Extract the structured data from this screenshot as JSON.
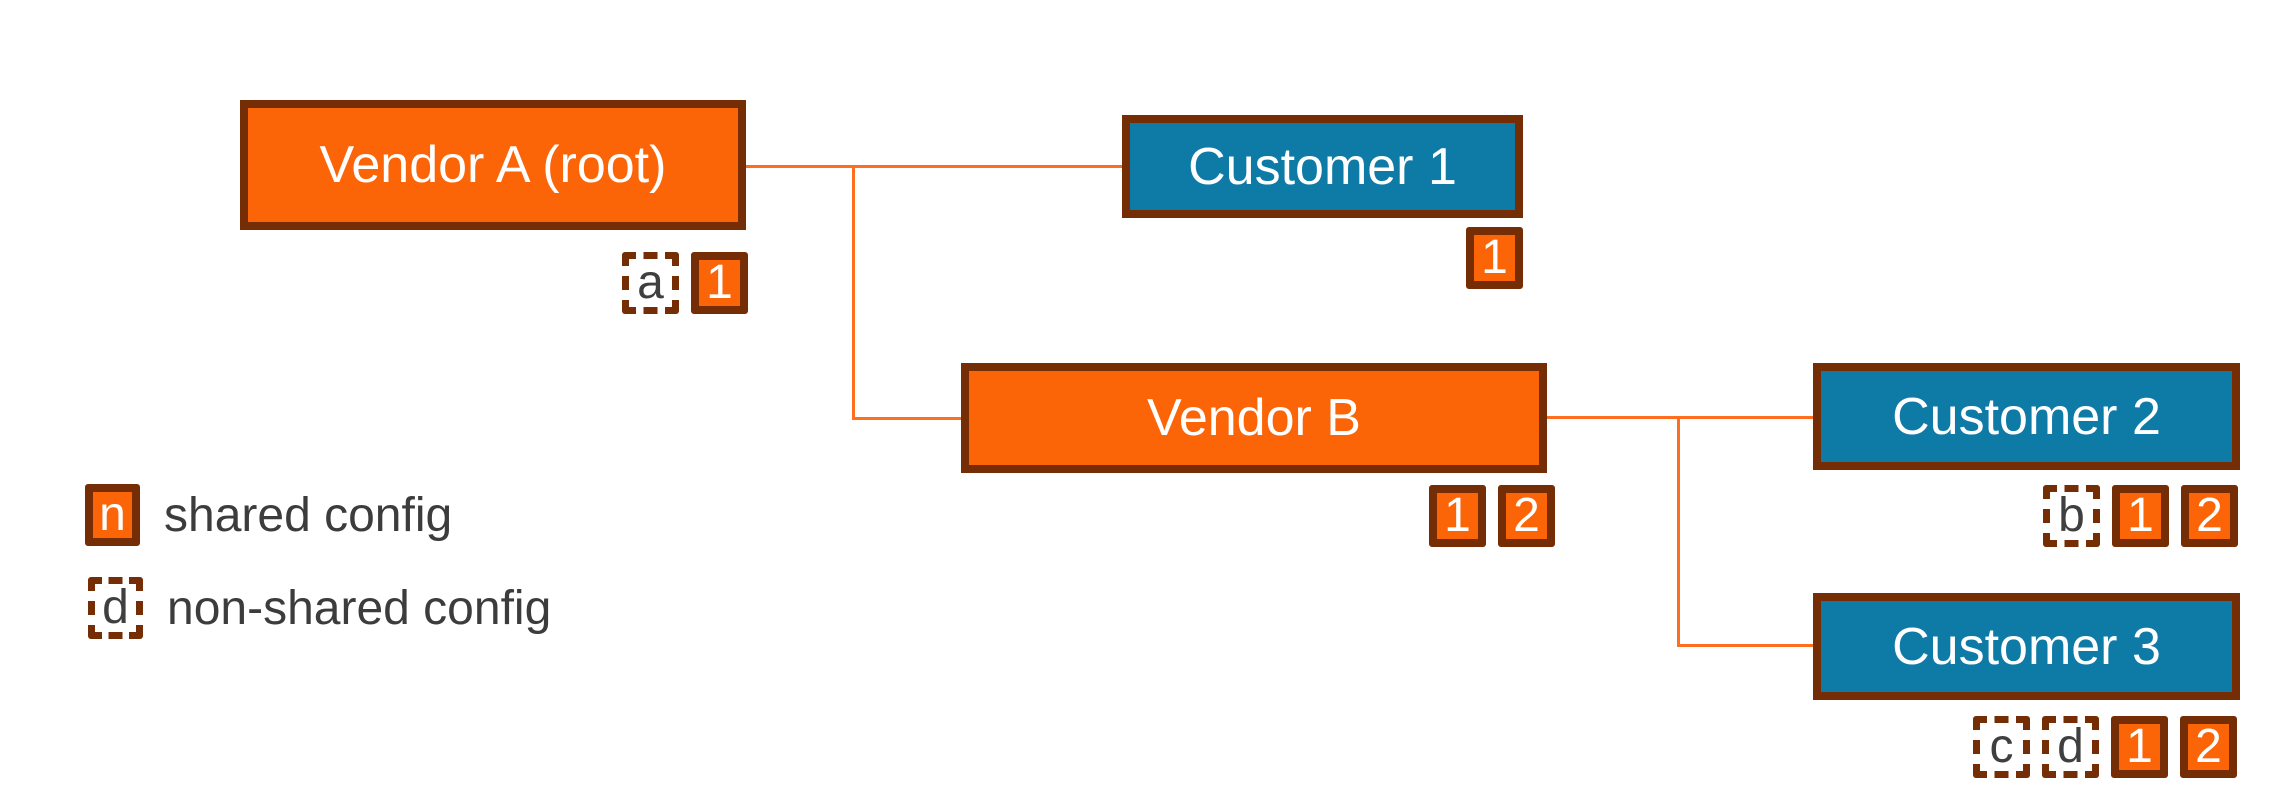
{
  "diagram": {
    "nodes": [
      {
        "id": "vendor-a",
        "label": "Vendor A (root)",
        "role": "vendor",
        "badges": [
          {
            "text": "a",
            "type": "non-shared"
          },
          {
            "text": "1",
            "type": "shared"
          }
        ]
      },
      {
        "id": "customer-1",
        "label": "Customer 1",
        "role": "customer",
        "badges": [
          {
            "text": "1",
            "type": "shared"
          }
        ]
      },
      {
        "id": "vendor-b",
        "label": "Vendor B",
        "role": "vendor",
        "badges": [
          {
            "text": "1",
            "type": "shared"
          },
          {
            "text": "2",
            "type": "shared"
          }
        ]
      },
      {
        "id": "customer-2",
        "label": "Customer 2",
        "role": "customer",
        "badges": [
          {
            "text": "b",
            "type": "non-shared"
          },
          {
            "text": "1",
            "type": "shared"
          },
          {
            "text": "2",
            "type": "shared"
          }
        ]
      },
      {
        "id": "customer-3",
        "label": "Customer 3",
        "role": "customer",
        "badges": [
          {
            "text": "c",
            "type": "non-shared"
          },
          {
            "text": "d",
            "type": "non-shared"
          },
          {
            "text": "1",
            "type": "shared"
          },
          {
            "text": "2",
            "type": "shared"
          }
        ]
      }
    ],
    "edges": [
      {
        "from": "vendor-a",
        "to": "customer-1"
      },
      {
        "from": "vendor-a",
        "to": "vendor-b"
      },
      {
        "from": "vendor-b",
        "to": "customer-2"
      },
      {
        "from": "vendor-b",
        "to": "customer-3"
      }
    ],
    "legend": {
      "items": [
        {
          "symbol": "n",
          "type": "shared",
          "label": "shared config"
        },
        {
          "symbol": "d",
          "type": "non-shared",
          "label": "non-shared config"
        }
      ]
    },
    "colors": {
      "vendor_fill": "#fb6508",
      "customer_fill": "#0e7aa6",
      "border_brown": "#742d04",
      "connector_orange": "#ff6e1e",
      "badge_letter_gray": "#3f3f3f",
      "legend_text_gray": "#3c3c3c"
    }
  }
}
